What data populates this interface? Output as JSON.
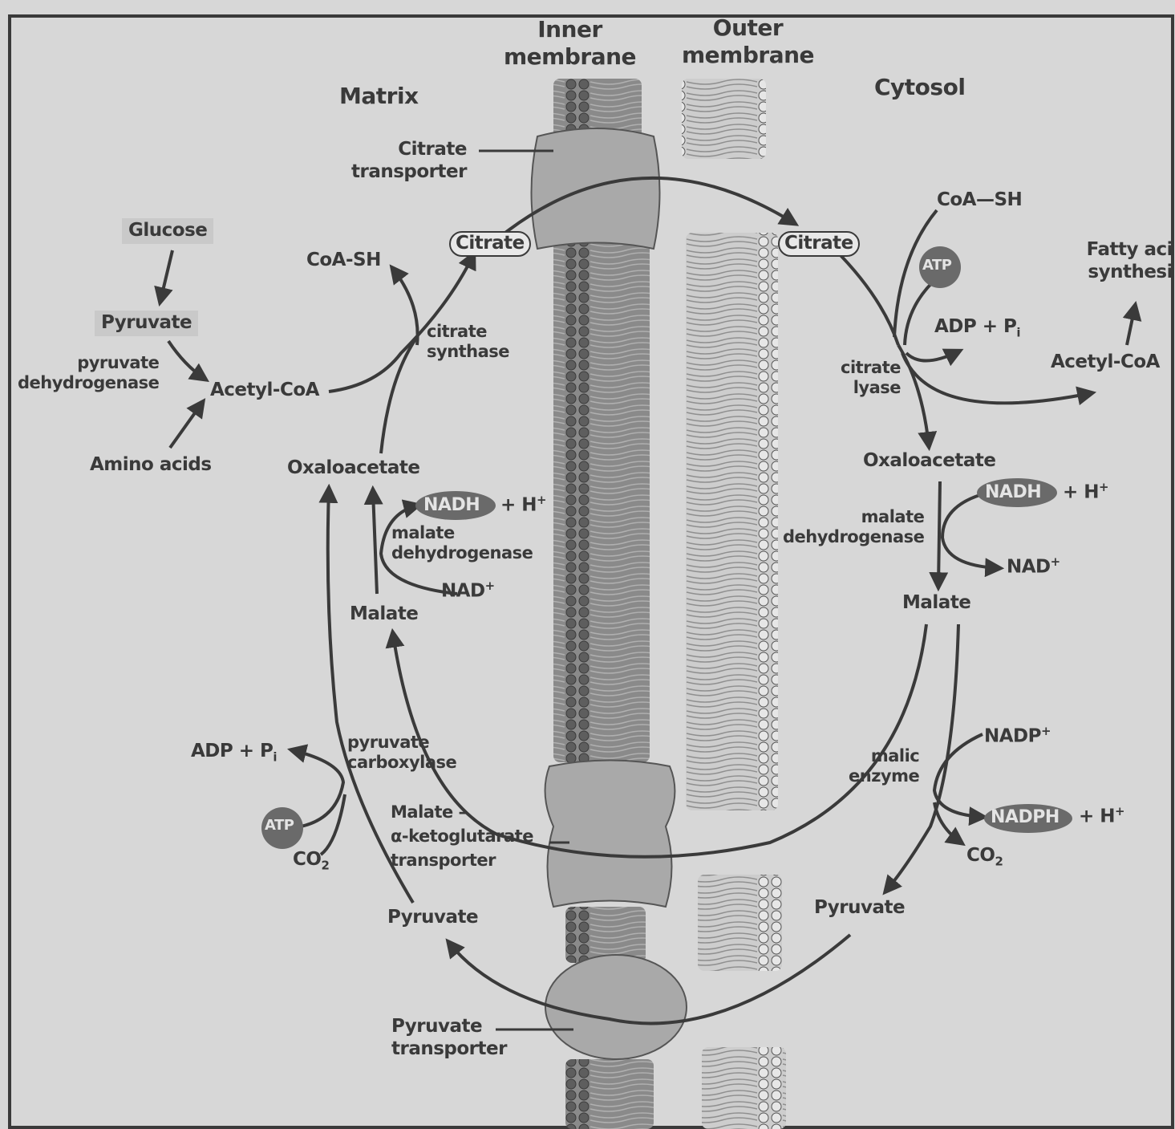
{
  "headers": {
    "inner_membrane": "Inner\nmembrane",
    "outer_membrane": "Outer\nmembrane",
    "matrix": "Matrix",
    "cytosol": "Cytosol"
  },
  "matrix": {
    "glucose": "Glucose",
    "pyruvate_top": "Pyruvate",
    "pyruvate_dehydrogenase": "pyruvate\ndehydrogenase",
    "acetyl_coa": "Acetyl-CoA",
    "amino_acids": "Amino acids",
    "coa_sh": "CoA-SH",
    "citrate": "Citrate",
    "citrate_synthase": "citrate\nsynthase",
    "oxaloacetate": "Oxaloacetate",
    "nadh": "NADH",
    "h_plus": "+ H",
    "h_plus_sup": "+",
    "malate_dehydrogenase": "malate\ndehydrogenase",
    "nad": "NAD",
    "nad_sup": "+",
    "malate": "Malate",
    "adp_pi": "ADP + P",
    "adp_pi_sub": "i",
    "atp": "ATP",
    "co2": "CO",
    "co2_sub": "2",
    "pyruvate_carboxylase": "pyruvate\ncarboxylase",
    "pyruvate_bottom": "Pyruvate"
  },
  "transporters": {
    "citrate_transporter": "Citrate\ntransporter",
    "malate_akg_line1": "Malate –",
    "malate_akg_line2": "α-ketoglutarate",
    "malate_akg_line3": "transporter",
    "pyruvate_transporter": "Pyruvate\ntransporter"
  },
  "cytosol": {
    "coa_sh": "CoA—SH",
    "citrate": "Citrate",
    "atp": "ATP",
    "adp_pi": "ADP + P",
    "adp_pi_sub": "i",
    "fatty_acid_synthesis": "Fatty aci\nsynthesi",
    "acetyl_coa": "Acetyl-CoA",
    "citrate_lyase": "citrate\nlyase",
    "oxaloacetate": "Oxaloacetate",
    "nadh": "NADH",
    "h_plus": "+ H",
    "h_plus_sup": "+",
    "malate_dehydrogenase": "malate\ndehydrogenase",
    "nad": "NAD",
    "nad_sup": "+",
    "malate": "Malate",
    "nadp": "NADP",
    "nadp_sup": "+",
    "malic_enzyme": "malic\nenzyme",
    "nadph": "NADPH",
    "nadph_h": "+ H",
    "nadph_h_sup": "+",
    "co2": "CO",
    "co2_sub": "2",
    "pyruvate": "Pyruvate"
  },
  "colors": {
    "background": "#d7d7d7",
    "ink": "#3a3a3a",
    "membrane_dark": "#6e6e6e",
    "membrane_light": "#d9d9d9",
    "transporter": "#a9a9a9",
    "cofactor_oval": "#6a6a6a"
  }
}
